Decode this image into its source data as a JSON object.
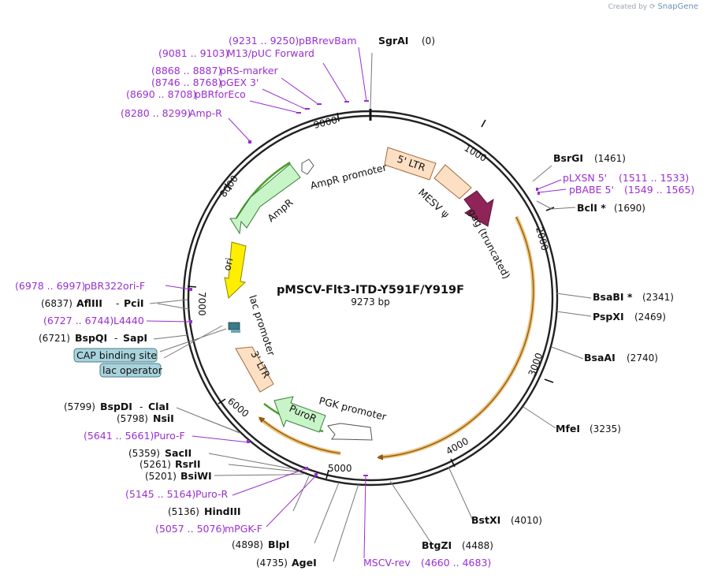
{
  "branding": {
    "created_by": "Created by",
    "product": "SnapGene"
  },
  "plasmid": {
    "name": "pMSCV-Flt3-ITD-Y591F/Y919F",
    "size_label": "9273 bp"
  },
  "ticks": [
    "1000",
    "2000",
    "3000",
    "4000",
    "5000",
    "6000",
    "7000",
    "8000",
    "9000"
  ],
  "enzymes": [
    {
      "name": "SgrAI",
      "pos": "(0)"
    },
    {
      "name": "BsrGI",
      "pos": "(1461)"
    },
    {
      "name": "BclI *",
      "pos": "(1690)"
    },
    {
      "name": "BsaBI *",
      "pos": "(2341)"
    },
    {
      "name": "PspXI",
      "pos": "(2469)"
    },
    {
      "name": "BsaAI",
      "pos": "(2740)"
    },
    {
      "name": "MfeI",
      "pos": "(3235)"
    },
    {
      "name": "BstXI",
      "pos": "(4010)"
    },
    {
      "name": "BtgZI",
      "pos": "(4488)"
    },
    {
      "name": "AgeI",
      "pos": "(4735)"
    },
    {
      "name": "BlpI",
      "pos": "(4898)"
    },
    {
      "name": "HindIII",
      "pos": "(5136)"
    },
    {
      "name": "BsiWI",
      "pos": "(5201)"
    },
    {
      "name": "RsrII",
      "pos": "(5261)"
    },
    {
      "name": "SacII",
      "pos": "(5359)"
    },
    {
      "name": "NsiI",
      "pos": "(5798)"
    },
    {
      "name": "BspDI",
      "pos": "(5799)",
      "extra": "ClaI"
    },
    {
      "name": "BspQI",
      "pos": "(6721)",
      "extra": "SapI"
    },
    {
      "name": "AflIII",
      "pos": "(6837)",
      "extra": "PciI"
    }
  ],
  "primers": [
    {
      "name": "pBRrevBam",
      "pos": "(9231 .. 9250)"
    },
    {
      "name": "M13/pUC Forward",
      "pos": "(9081 .. 9103)"
    },
    {
      "name": "pRS-marker",
      "pos": "(8868 .. 8887)"
    },
    {
      "name": "pGEX 3'",
      "pos": "(8746 .. 8768)"
    },
    {
      "name": "pBRforEco",
      "pos": "(8690 .. 8708)"
    },
    {
      "name": "Amp-R",
      "pos": "(8280 .. 8299)"
    },
    {
      "name": "pLXSN 5'",
      "pos": "(1511 .. 1533)"
    },
    {
      "name": "pBABE 5'",
      "pos": "(1549 .. 1565)"
    },
    {
      "name": "MSCV-rev",
      "pos": "(4660 .. 4683)"
    },
    {
      "name": "mPGK-F",
      "pos": "(5057 .. 5076)"
    },
    {
      "name": "Puro-R",
      "pos": "(5145 .. 5164)"
    },
    {
      "name": "Puro-F",
      "pos": "(5641 .. 5661)"
    },
    {
      "name": "L4440",
      "pos": "(6727 .. 6744)"
    },
    {
      "name": "pBR322ori-F",
      "pos": "(6978 .. 6997)"
    }
  ],
  "features": {
    "ltr5": "5' LTR",
    "mesv": "MESV ψ",
    "gag": "gag (truncated)",
    "ampr_promoter": "AmpR promoter",
    "ampr": "AmpR",
    "ori": "ori",
    "lac_promoter": "lac promoter",
    "ltr3": "3' LTR",
    "pgk_promoter": "PGK promoter",
    "puror": "PuroR",
    "cap_site": "CAP binding site",
    "lac_operator": "lac operator"
  },
  "colors": {
    "primer": "#9a2fd1",
    "ltr": "#fde0c4",
    "gag": "#8e2457",
    "ampr": "#c8f5c8",
    "ori": "#ffee00",
    "orf_highlight": "#e8a640",
    "orf_line_green": "#4aa02c",
    "box_blue": "#a8d3dd"
  }
}
